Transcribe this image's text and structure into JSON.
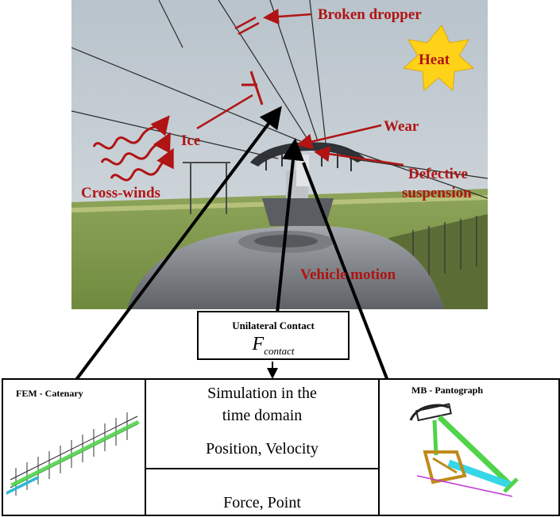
{
  "photo_labels": {
    "broken_dropper": "Broken dropper",
    "heat": "Heat",
    "ice": "Ice",
    "wear": "Wear",
    "defective_suspension_line1": "Defective",
    "defective_suspension_line2": "suspension",
    "cross_winds": "Cross-winds",
    "vehicle_motion": "Vehicle motion"
  },
  "contact_box": {
    "title": "Unilateral Contact",
    "formula_main": "F",
    "formula_sub": "contact"
  },
  "fem_box": {
    "title": "FEM - Catenary"
  },
  "mb_box": {
    "title": "MB - Pantograph"
  },
  "middle_box": {
    "title_line1": "Simulation in  the",
    "title_line2": "time domain",
    "position_velocity": "Position, Velocity",
    "force_point": "Force, Point"
  },
  "colors": {
    "annotation_red": "#b01414",
    "heat_sun": "#ffd21a",
    "line_black": "#000000"
  }
}
